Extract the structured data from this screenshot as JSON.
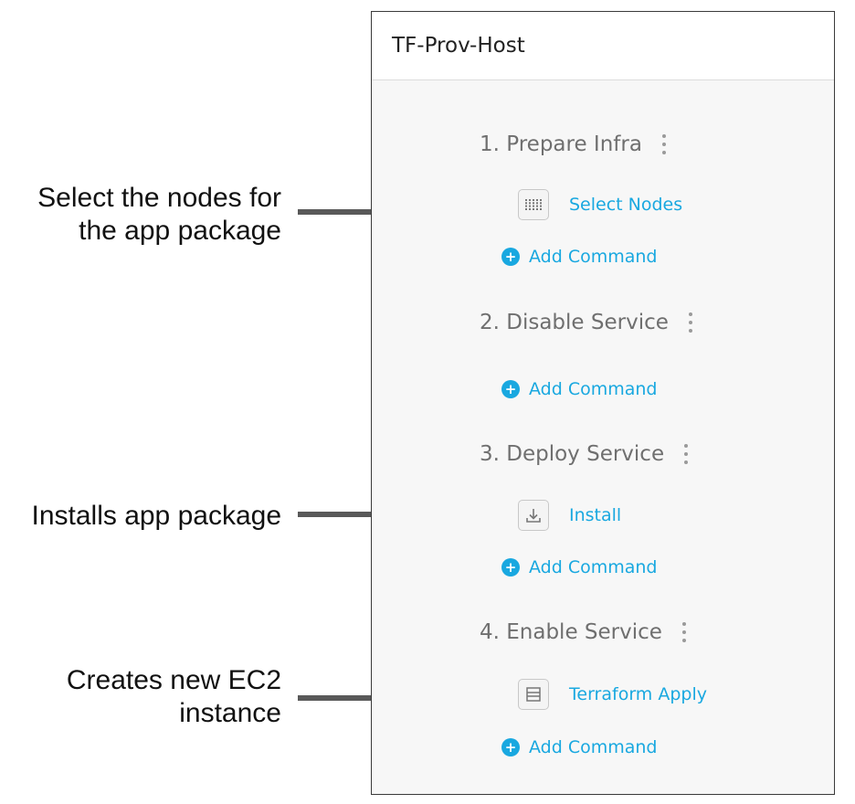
{
  "annotations": [
    {
      "lines": [
        "Select the nodes for",
        "the app package"
      ]
    },
    {
      "lines": [
        "Installs app package"
      ]
    },
    {
      "lines": [
        "Creates new EC2",
        "instance"
      ]
    }
  ],
  "panel": {
    "title": "TF-Prov-Host",
    "add_command_label": "Add Command",
    "phases": [
      {
        "title": "1. Prepare Infra",
        "steps": [
          {
            "label": "Select Nodes",
            "icon": "grid-icon"
          }
        ]
      },
      {
        "title": "2. Disable Service",
        "steps": []
      },
      {
        "title": "3. Deploy Service",
        "steps": [
          {
            "label": "Install",
            "icon": "download-icon"
          }
        ]
      },
      {
        "title": "4. Enable Service",
        "steps": [
          {
            "label": "Terraform Apply",
            "icon": "list-icon"
          }
        ]
      }
    ]
  },
  "colors": {
    "accent": "#19a8e0",
    "arrow": "#595959",
    "phase_text": "#6f6f6f",
    "panel_bg": "#f7f7f7"
  }
}
